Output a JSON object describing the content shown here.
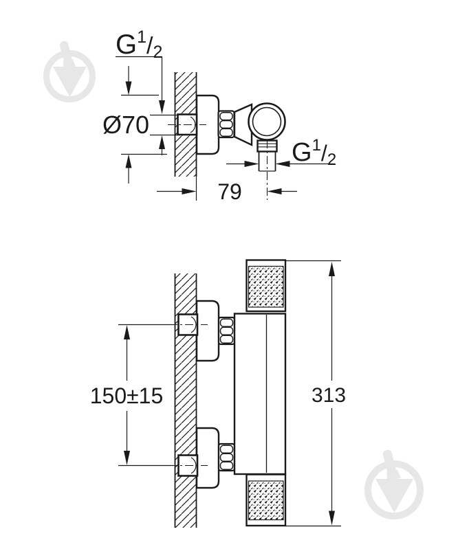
{
  "colors": {
    "line": "#1a1a1a",
    "watermark": "#e7e7e7",
    "background": "#ffffff"
  },
  "top_view": {
    "name": "side view of wall-mounted shower mixer",
    "labels": {
      "inlet_thread": {
        "letter": "G",
        "sup": "1",
        "slash": "/",
        "sub": "2"
      },
      "outlet_thread": {
        "letter": "G",
        "sup": "1",
        "slash": "/",
        "sub": "2"
      },
      "flange_diameter": "Ø70",
      "wall_to_outlet": "79"
    },
    "values": {
      "flange_diameter_mm": 70,
      "wall_to_outlet_mm": 79,
      "inlet_thread_size": "G 1/2",
      "outlet_thread_size": "G 1/2"
    }
  },
  "front_view": {
    "name": "front view of wall-mounted shower mixer",
    "labels": {
      "connection_spacing": "150±15",
      "overall_height": "313"
    },
    "values": {
      "connection_spacing_mm": 150,
      "connection_spacing_tolerance_mm": 15,
      "overall_height_mm": 313
    }
  }
}
